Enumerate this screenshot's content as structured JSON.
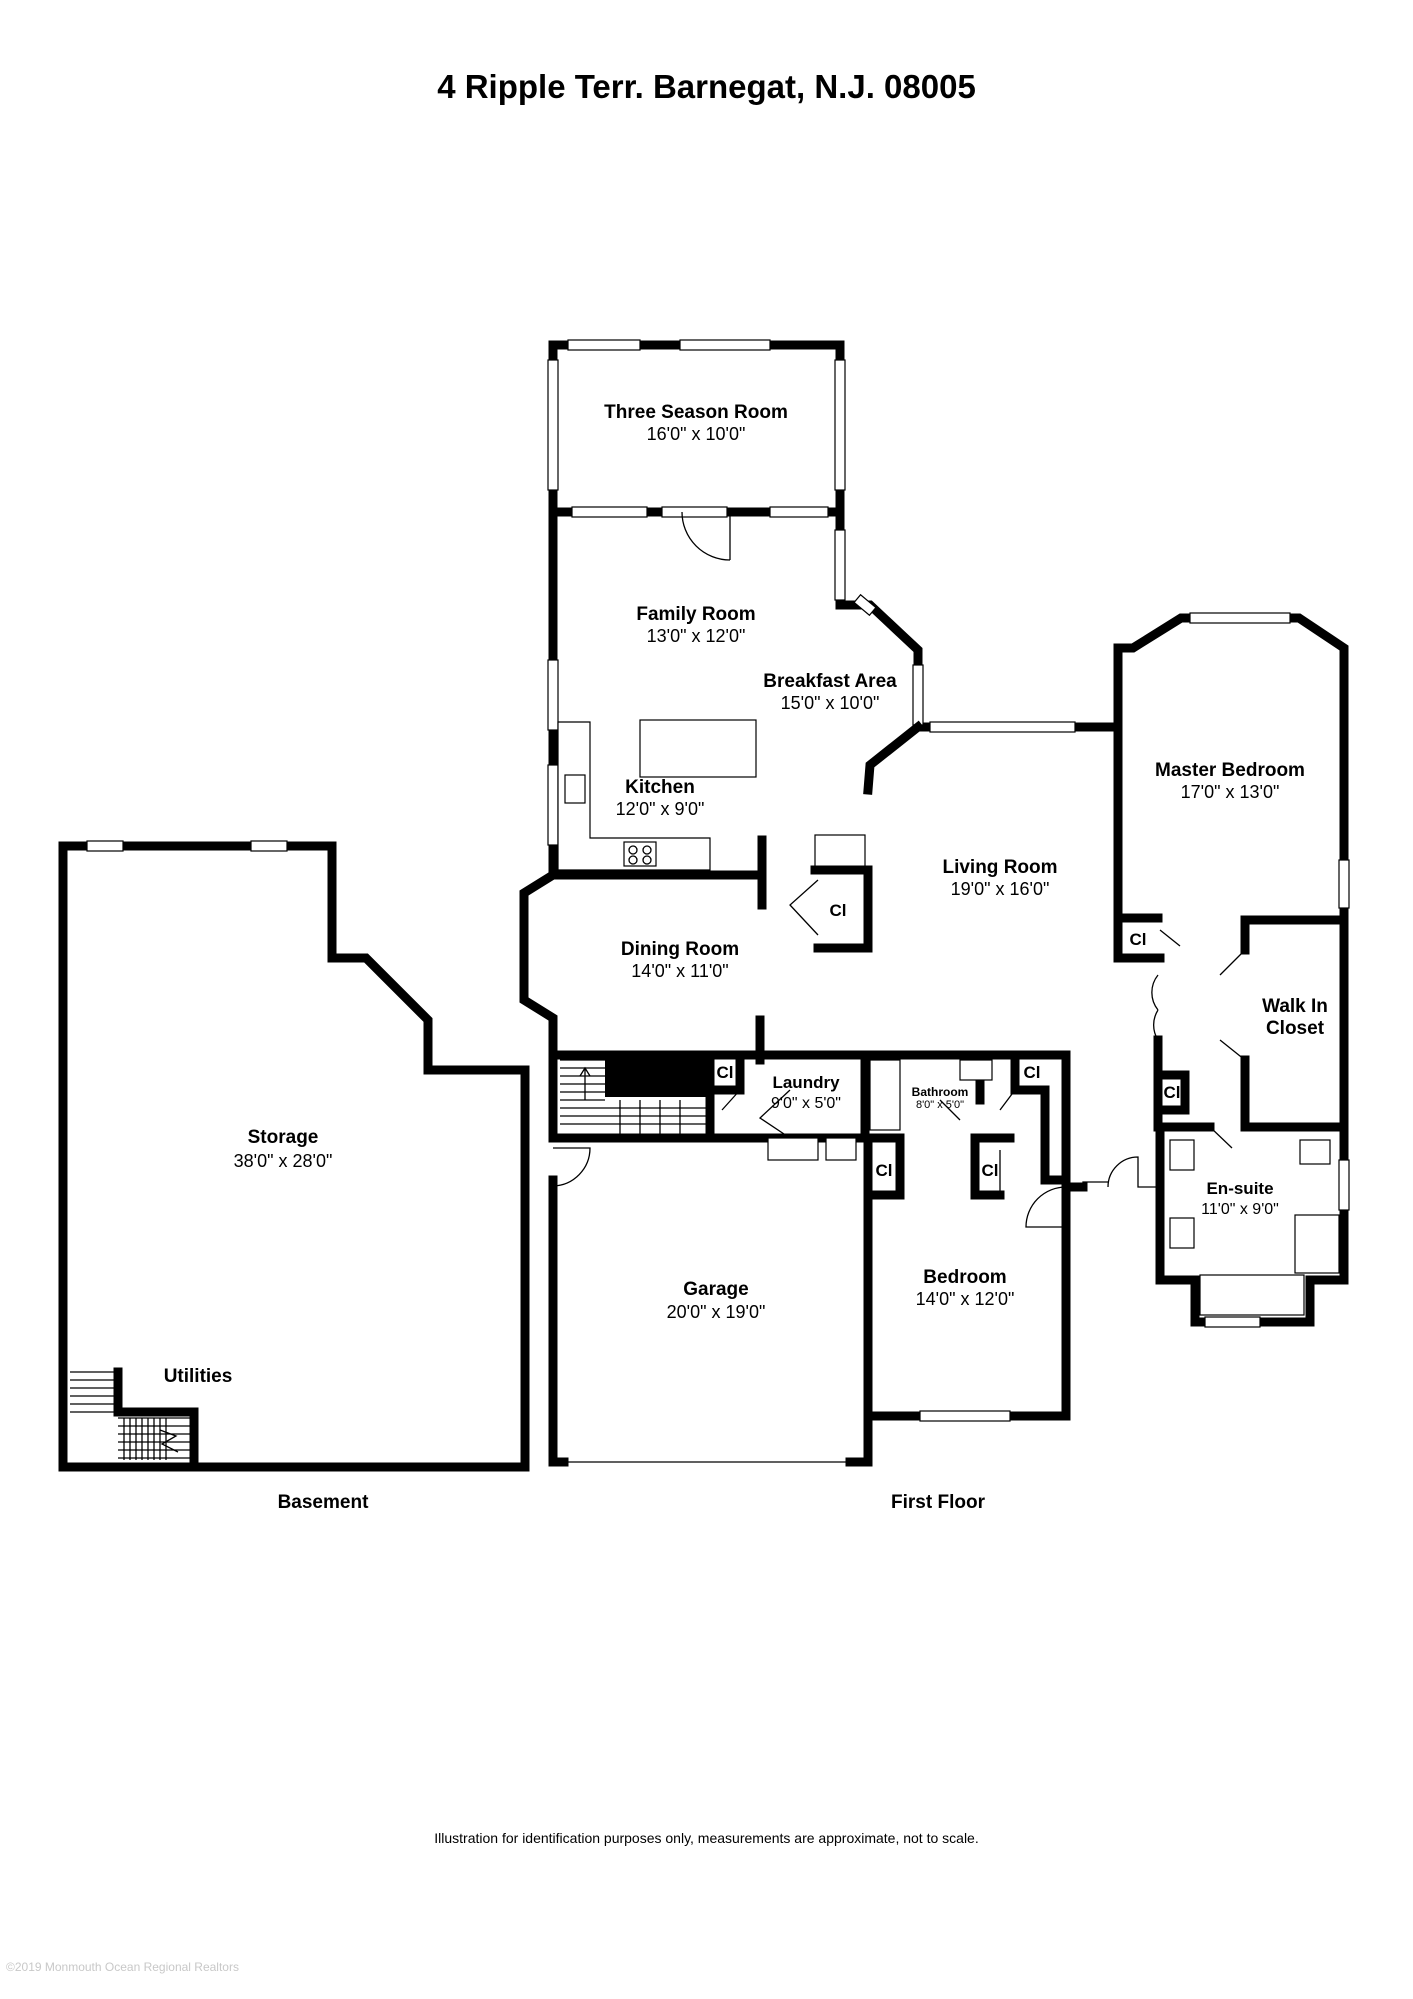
{
  "title": "4 Ripple Terr. Barnegat, N.J. 08005",
  "floors": {
    "basement": "Basement",
    "first_floor": "First Floor"
  },
  "rooms": {
    "three_season": {
      "name": "Three Season Room",
      "dims": "16'0\" x 10'0\""
    },
    "family_room": {
      "name": "Family Room",
      "dims": "13'0\" x 12'0\""
    },
    "breakfast_area": {
      "name": "Breakfast Area",
      "dims": "15'0\" x 10'0\""
    },
    "kitchen": {
      "name": "Kitchen",
      "dims": "12'0\" x 9'0\""
    },
    "master_bedroom": {
      "name": "Master Bedroom",
      "dims": "17'0\" x 13'0\""
    },
    "living_room": {
      "name": "Living Room",
      "dims": "19'0\" x 16'0\""
    },
    "dining_room": {
      "name": "Dining Room",
      "dims": "14'0\" x 11'0\""
    },
    "walk_in_closet": {
      "name_line1": "Walk In",
      "name_line2": "Closet"
    },
    "storage": {
      "name": "Storage",
      "dims": "38'0\" x 28'0\""
    },
    "laundry": {
      "name": "Laundry",
      "dims": "9'0\" x 5'0\""
    },
    "bathroom": {
      "name": "Bathroom",
      "dims": "8'0\" x 5'0\""
    },
    "en_suite": {
      "name": "En-suite",
      "dims": "11'0\" x 9'0\""
    },
    "garage": {
      "name": "Garage",
      "dims": "20'0\" x 19'0\""
    },
    "bedroom": {
      "name": "Bedroom",
      "dims": "14'0\" x 12'0\""
    },
    "utilities": {
      "name": "Utilities"
    }
  },
  "closet_label": "Cl",
  "disclaimer": "Illustration for identification purposes only, measurements are approximate, not to scale.",
  "watermark": "©2019 Monmouth Ocean Regional Realtors"
}
